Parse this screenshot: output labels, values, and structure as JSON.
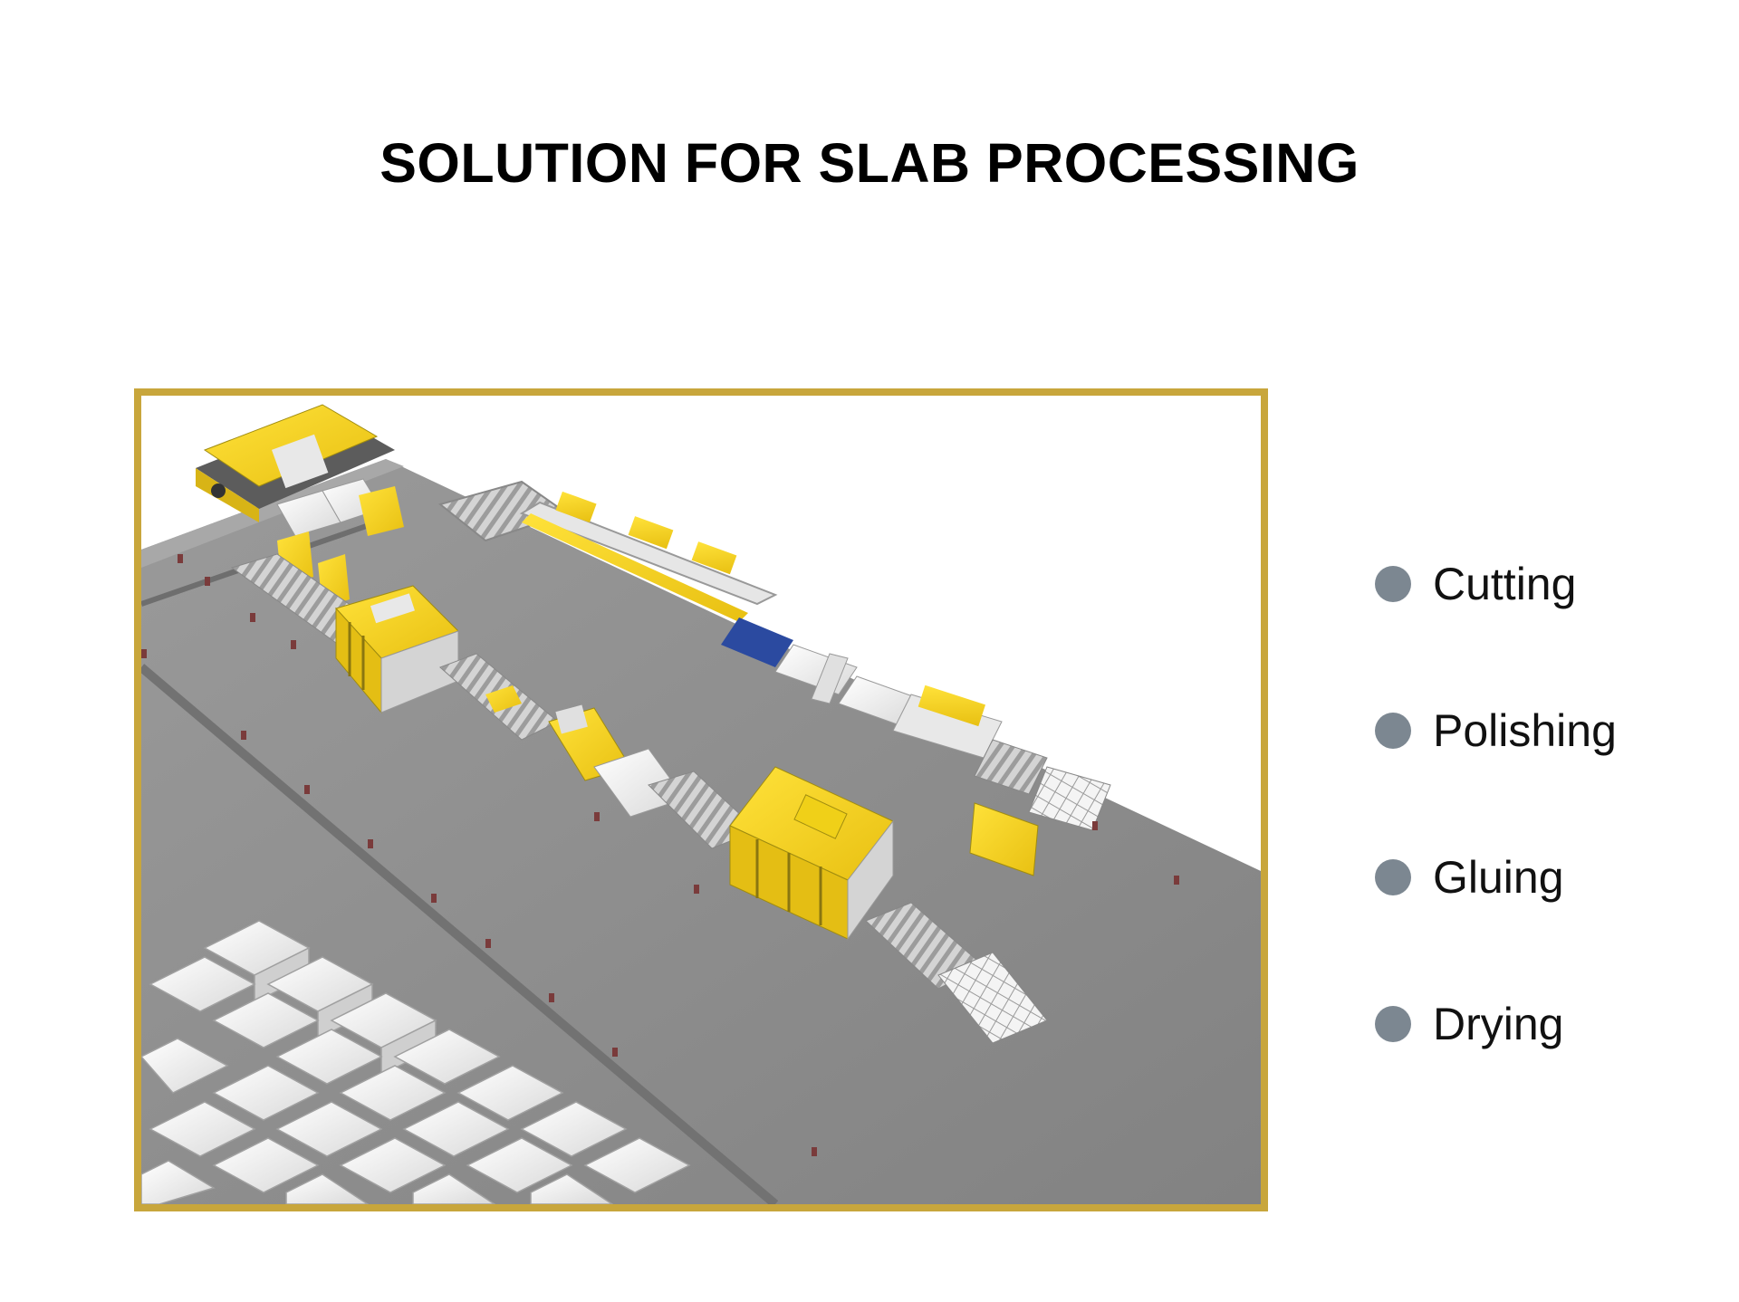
{
  "page": {
    "title": "SOLUTION FOR SLAB PROCESSING"
  },
  "illustration": {
    "description": "3D rendered slab processing production line",
    "frame_color": "#c8a63c",
    "machine_color": "#f5d21e",
    "floor_color": "#8e8e8e"
  },
  "process_steps": [
    {
      "label": "Cutting",
      "icon": "bullet-dot"
    },
    {
      "label": "Polishing",
      "icon": "bullet-dot"
    },
    {
      "label": "Gluing",
      "icon": "bullet-dot"
    },
    {
      "label": "Drying",
      "icon": "bullet-dot"
    }
  ],
  "colors": {
    "bullet": "#7c8791",
    "title": "#000000"
  }
}
